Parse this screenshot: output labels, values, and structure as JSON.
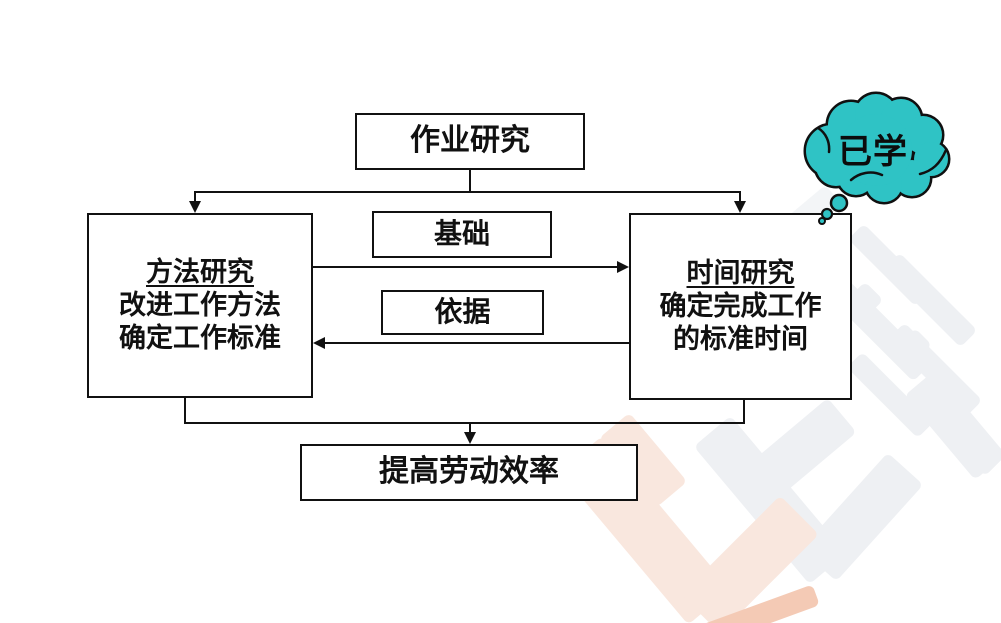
{
  "diagram": {
    "top_box": {
      "label": "作业研究"
    },
    "left_box": {
      "title": "方法研究",
      "lines": [
        "改进工作方法",
        "确定工作标准"
      ]
    },
    "right_box": {
      "title": "时间研究",
      "lines": [
        "确定完成工作",
        "的标准时间"
      ]
    },
    "basis_box": {
      "label": "基础"
    },
    "reference_box": {
      "label": "依据"
    },
    "bottom_box": {
      "label": "提高劳动效率"
    },
    "thought_bubble": {
      "label": "已学"
    },
    "colors": {
      "box_border": "#111111",
      "connector": "#111111",
      "text": "#111111",
      "bubble_fill": "#2fc3c5",
      "bubble_outline": "#101010",
      "watermark_gray": "#eef0f3",
      "watermark_salmon": "#f9e7de",
      "watermark_salmon_strong": "#f4cab5",
      "background": "#ffffff"
    }
  }
}
